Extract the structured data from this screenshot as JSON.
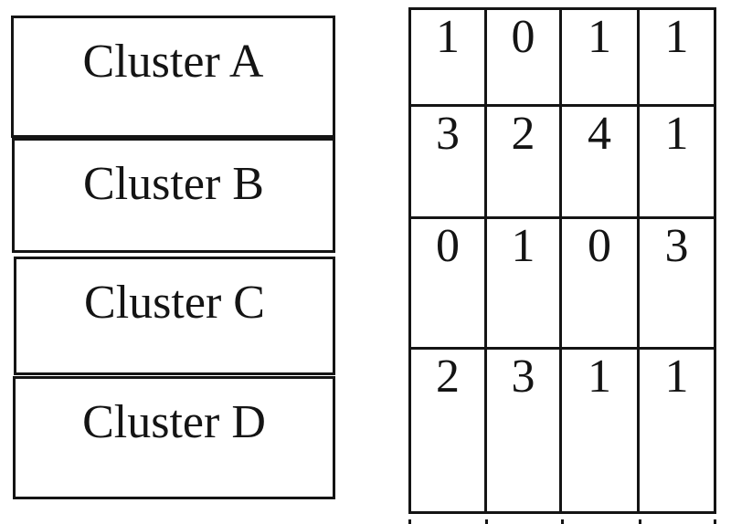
{
  "canvas": {
    "background_color": "#ffffff",
    "line_color": "#141414"
  },
  "clusters": {
    "items": [
      {
        "label": "Cluster A"
      },
      {
        "label": "Cluster B"
      },
      {
        "label": "Cluster C"
      },
      {
        "label": "Cluster D"
      }
    ]
  },
  "matrix": {
    "rows": [
      [
        "1",
        "0",
        "1",
        "1"
      ],
      [
        "3",
        "2",
        "4",
        "1"
      ],
      [
        "0",
        "1",
        "0",
        "3"
      ],
      [
        "2",
        "3",
        "1",
        "1"
      ]
    ]
  }
}
